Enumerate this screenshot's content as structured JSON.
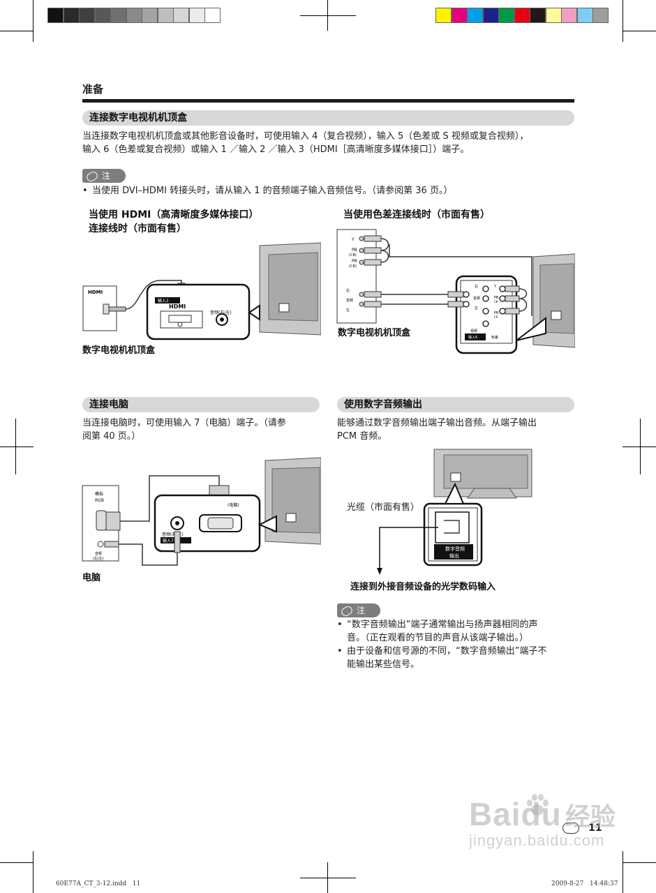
{
  "color_bar": {
    "grays": [
      "#111111",
      "#2a2a2a",
      "#404040",
      "#585858",
      "#707070",
      "#8a8a8a",
      "#a4a4a4",
      "#bebebe",
      "#d6d6d6",
      "#ececec",
      "#ffffff"
    ],
    "colors": [
      "#fff200",
      "#e6007e",
      "#00a0e9",
      "#1d2088",
      "#009944",
      "#e60012",
      "#231815",
      "#fff799",
      "#f19ec2",
      "#7ecef4",
      "#9e9e9f"
    ]
  },
  "header": {
    "section": "准备"
  },
  "hdmi_section": {
    "title": "连接数字电视机机顶盒",
    "body_line1": "当连接数字电视机机顶盒或其他影音设备时，可使用输入 4（复合视频），输入 5（色差或 S 视频或复合视频），",
    "body_line2": "输入 6（色差或复合视频）或输入 1 ／输入 2 ／输入 3（HDMI［高清晰度多媒体接口］）端子。"
  },
  "note1": {
    "tag": "注",
    "bullet": "当使用 DVI–HDMI 转接头时，请从输入 1 的音频端子输入音频信号。（请参阅第 36 页。）"
  },
  "diagram_hdmi": {
    "title_line1": "当使用 HDMI（高清晰度多媒体接口）",
    "title_line2": "连接线时（市面有售）",
    "hdmi_logo": "HDMI",
    "input_label": "输入1",
    "port_logo": "HDMI",
    "audio_label": "音频(右/左)",
    "caption": "数字电视机机顶盒"
  },
  "diagram_component": {
    "title": "当使用色差连接线时（市面有售）",
    "y_label": "Y",
    "pb_label": "PB",
    "pb_sub": "(CB)",
    "pr_label": "PR",
    "pr_sub": "(CR)",
    "right_label": "右",
    "audio_label": "音频",
    "left_label": "左",
    "panel_right": "右",
    "panel_audio": "音频",
    "panel_left": "左",
    "panel_y": "Y",
    "panel_pb": "PB",
    "panel_cb": "CB",
    "panel_pr": "PR",
    "panel_cr": "CR",
    "panel_video": "视频",
    "panel_input": "输入6",
    "panel_color_diff": "色差",
    "caption": "数字电视机机顶盒"
  },
  "pc_section": {
    "title": "连接电脑",
    "body_line1": "当连接电脑时，可使用输入 7（电脑）端子。（请参",
    "body_line2": "阅第 40 页。）",
    "analog_rgb_label1": "模拟",
    "analog_rgb_label2": "RGB",
    "audio_lr": "音频",
    "audio_lr2": "(右/左)",
    "pc_label_tv": "(电脑)",
    "audio_tv": "音频(右/左)",
    "input_tv": "输入7",
    "caption": "电脑"
  },
  "digital_audio_section": {
    "title": "使用数字音频输出",
    "body_line1": "能够通过数字音频输出端子输出音频。从端子输出",
    "body_line2": "PCM 音频。",
    "cable_label": "光缆（市面有售）",
    "port_label1": "数字音频",
    "port_label2": "输出",
    "caption": "连接到外接音频设备的光学数码输入"
  },
  "note2": {
    "tag": "注",
    "bullets": [
      [
        "“数字音频输出”端子通常输出与扬声器相同的声",
        "音。（正在观看的节目的声音从该端子输出。）"
      ],
      [
        "由于设备和信号源的不同，“数字音频输出”端子不",
        "能输出某些信号。"
      ]
    ]
  },
  "page_number": "11",
  "watermark": {
    "brand": "Baidu",
    "brand_cn": "经验",
    "url": "jingyan.baidu.com"
  },
  "footer": {
    "file": "60E77A_CT_3-12.indd   11",
    "date": "2009-8-27",
    "time": "14:48:37"
  }
}
